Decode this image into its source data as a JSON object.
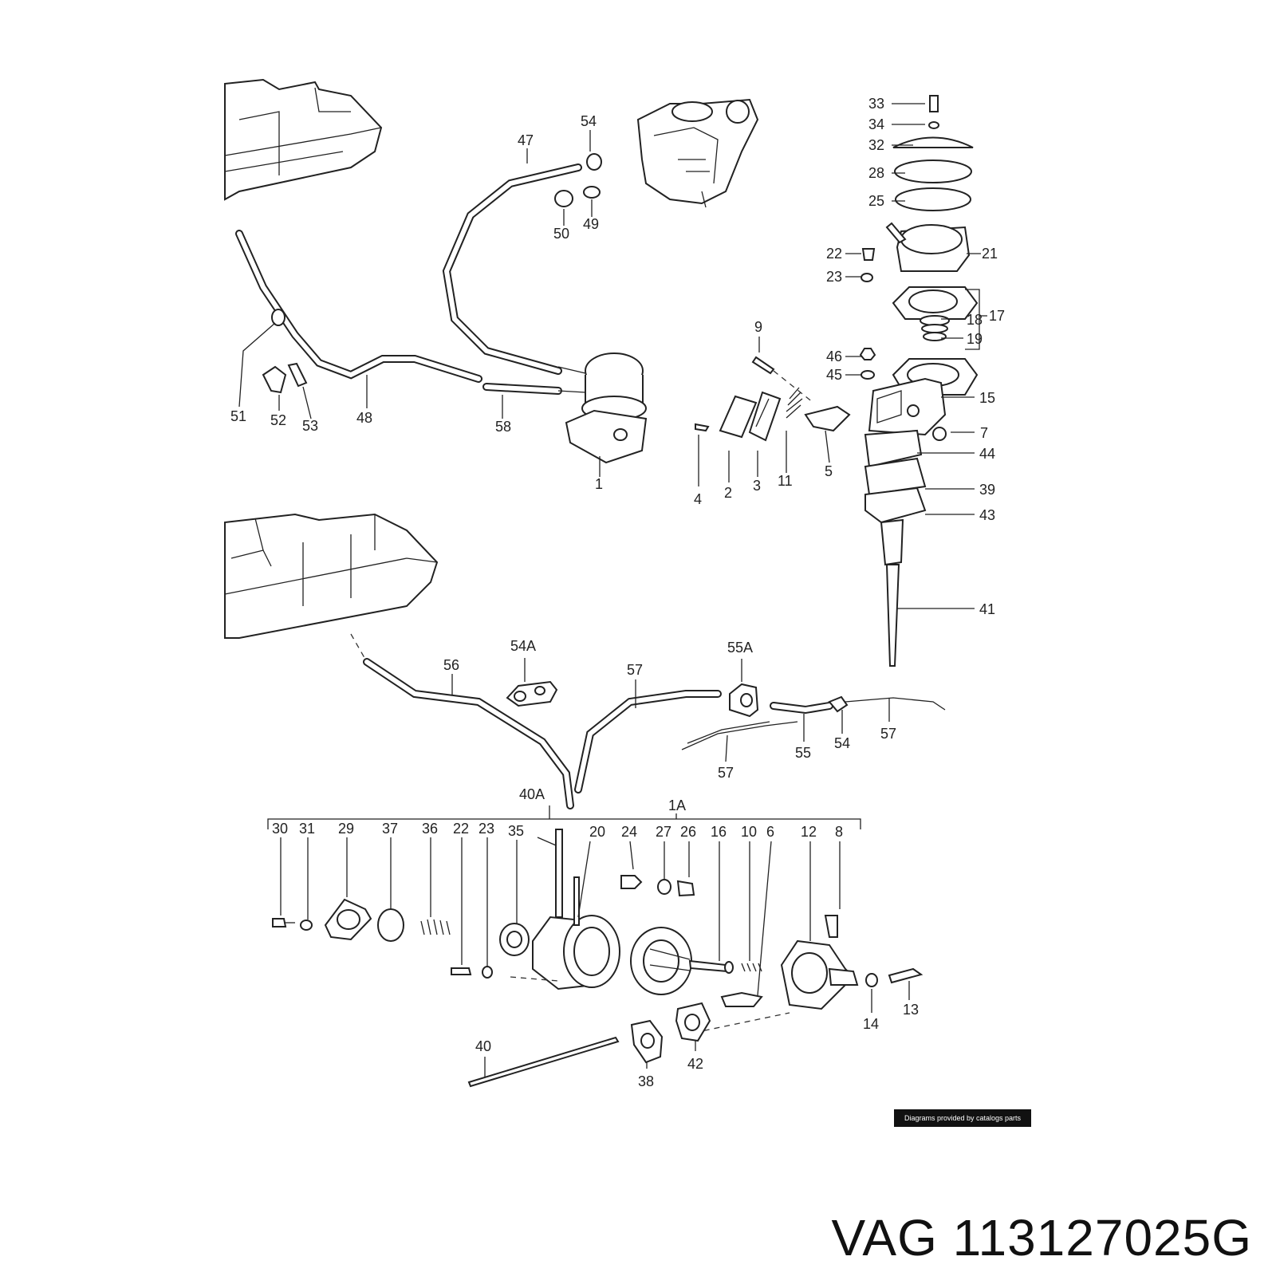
{
  "labels": {
    "l47": "47",
    "l54": "54",
    "l50": "50",
    "l49": "49",
    "l51": "51",
    "l52": "52",
    "l53": "53",
    "l48": "48",
    "l58": "58",
    "l1": "1",
    "l33": "33",
    "l34": "34",
    "l32": "32",
    "l28": "28",
    "l25": "25",
    "l22": "22",
    "l23": "23",
    "l21": "21",
    "l17": "17",
    "l18": "18",
    "l19": "19",
    "l46": "46",
    "l45": "45",
    "l15": "15",
    "l7": "7",
    "l44": "44",
    "l39": "39",
    "l43": "43",
    "l41": "41",
    "l9": "9",
    "l4": "4",
    "l2": "2",
    "l3": "3",
    "l11": "11",
    "l5": "5",
    "l56": "56",
    "l54A": "54A",
    "l57a": "57",
    "l55A": "55A",
    "l55": "55",
    "l54b": "54",
    "l57b": "57",
    "l57c": "57",
    "l40A": "40A",
    "l1A": "1A",
    "b30": "30",
    "b31": "31",
    "b29": "29",
    "b37": "37",
    "b36": "36",
    "b22": "22",
    "b23": "23",
    "b35": "35",
    "b20": "20",
    "b24": "24",
    "b27": "27",
    "b26": "26",
    "b16": "16",
    "b10": "10",
    "b6": "6",
    "b12": "12",
    "b8": "8",
    "b14": "14",
    "b13": "13",
    "b40": "40",
    "b38": "38",
    "b42": "42"
  },
  "credit": "Diagrams provided by catalogs parts",
  "part_number": "VAG 113127025G"
}
